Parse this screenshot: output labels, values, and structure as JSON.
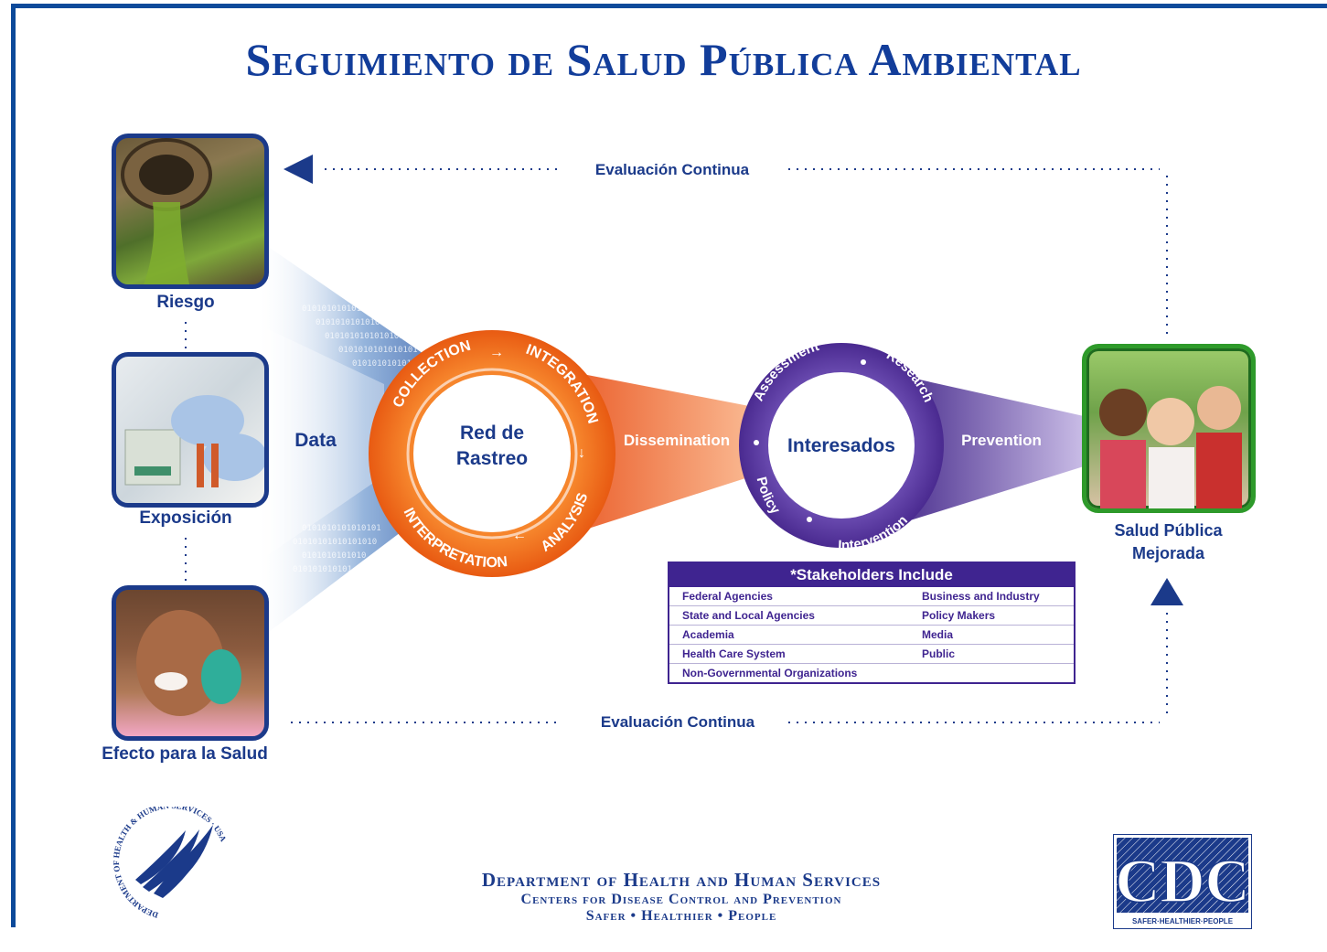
{
  "title": "Seguimiento de Salud Pública Ambiental",
  "loop": {
    "top_label": "Evaluación Continua",
    "bottom_label": "Evaluación Continua"
  },
  "left_column": {
    "riesgo": "Riesgo",
    "exposicion": "Exposición",
    "efecto": "Efecto para la Salud"
  },
  "data_label": "Data",
  "tracking_ring": {
    "center": [
      "Red de",
      "Rastreo"
    ],
    "collection": "COLLECTION",
    "integration": "INTEGRATION",
    "analysis": "ANALYSIS",
    "interpretation": "INTERPRETATION"
  },
  "dissemination": "Dissemination",
  "stakeholder_ring": {
    "center": "Interesados",
    "assessment": "Assessment",
    "research": "Research",
    "intervention": "Intervention",
    "policy": "Policy"
  },
  "prevention": "Prevention",
  "outcome": [
    "Salud Pública",
    "Mejorada"
  ],
  "stakeholders": {
    "header": "*Stakeholders Include",
    "rows": [
      [
        "Federal Agencies",
        "Business and Industry"
      ],
      [
        "State and Local Agencies",
        "Policy Makers"
      ],
      [
        "Academia",
        "Media"
      ],
      [
        "Health Care System",
        "Public"
      ],
      [
        "Non-Governmental Organizations",
        ""
      ]
    ]
  },
  "footer": {
    "line1": "Department of Health and Human Services",
    "line2": "Centers for Disease Control and Prevention",
    "line3": "Safer • Healthier • People"
  },
  "cdc_logo": {
    "text": "CDC",
    "tagline": "SAFER·HEALTHIER·PEOPLE"
  },
  "hhs_logo": {
    "ring_text": "DEPARTMENT OF HEALTH & HUMAN SERVICES · USA"
  },
  "colors": {
    "blue": "#1b3a8a",
    "orange": "#f26a1b",
    "purple": "#4a2a90",
    "green": "#2e9a2a"
  }
}
